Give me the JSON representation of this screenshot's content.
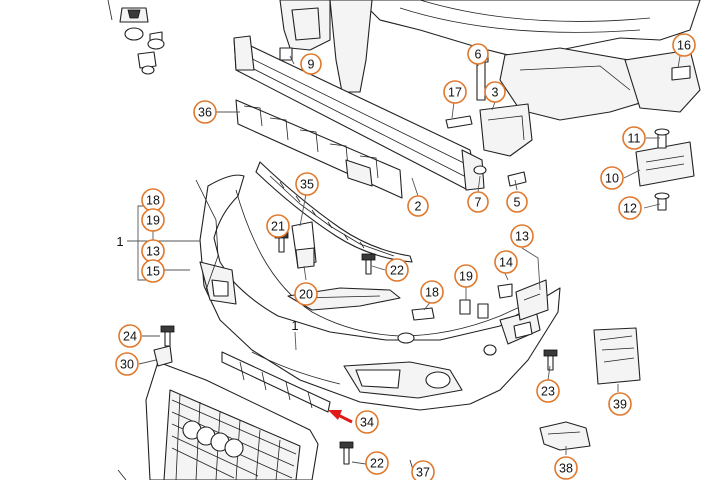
{
  "diagram": {
    "colors": {
      "callout_ring": "#e0782c",
      "arrow": "#e01a1a",
      "line": "#222222"
    },
    "callouts": [
      {
        "id": "c-9",
        "label": "9"
      },
      {
        "id": "c-6",
        "label": "6"
      },
      {
        "id": "c-16",
        "label": "16"
      },
      {
        "id": "c-17",
        "label": "17"
      },
      {
        "id": "c-3",
        "label": "3"
      },
      {
        "id": "c-36",
        "label": "36"
      },
      {
        "id": "c-11",
        "label": "11"
      },
      {
        "id": "c-10",
        "label": "10"
      },
      {
        "id": "c-35",
        "label": "35"
      },
      {
        "id": "c-2",
        "label": "2"
      },
      {
        "id": "c-7",
        "label": "7"
      },
      {
        "id": "c-5",
        "label": "5"
      },
      {
        "id": "c-12",
        "label": "12"
      },
      {
        "id": "c-18",
        "label": "18"
      },
      {
        "id": "c-19",
        "label": "19"
      },
      {
        "id": "c-21",
        "label": "21"
      },
      {
        "id": "c-13a",
        "label": "13"
      },
      {
        "id": "c-15",
        "label": "15"
      },
      {
        "id": "c-13b",
        "label": "13"
      },
      {
        "id": "c-14",
        "label": "14"
      },
      {
        "id": "c-22a",
        "label": "22"
      },
      {
        "id": "c-19b",
        "label": "19"
      },
      {
        "id": "c-18b",
        "label": "18"
      },
      {
        "id": "c-20",
        "label": "20"
      },
      {
        "id": "c-24",
        "label": "24"
      },
      {
        "id": "c-30",
        "label": "30"
      },
      {
        "id": "c-23",
        "label": "23"
      },
      {
        "id": "c-39",
        "label": "39"
      },
      {
        "id": "c-34",
        "label": "34"
      },
      {
        "id": "c-22b",
        "label": "22"
      },
      {
        "id": "c-37",
        "label": "37"
      },
      {
        "id": "c-38",
        "label": "38"
      }
    ],
    "plain_labels": [
      {
        "id": "p-1a",
        "label": "1"
      },
      {
        "id": "p-1b",
        "label": "1"
      }
    ]
  }
}
